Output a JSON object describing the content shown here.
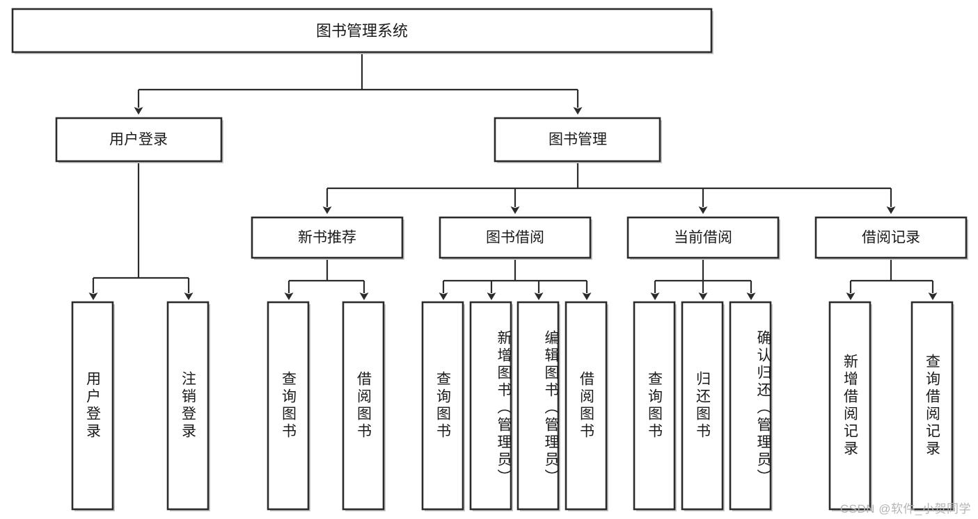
{
  "diagram": {
    "type": "tree",
    "title": "图书管理系统",
    "root": {
      "label": "图书管理系统"
    },
    "level2": [
      {
        "label": "用户登录"
      },
      {
        "label": "图书管理"
      }
    ],
    "level3": [
      {
        "label": "新书推荐"
      },
      {
        "label": "图书借阅"
      },
      {
        "label": "当前借阅"
      },
      {
        "label": "借阅记录"
      }
    ],
    "leaves": {
      "user_login": [
        {
          "label": "用户登录"
        },
        {
          "label": "注销登录"
        }
      ],
      "new_book_recommend": [
        {
          "label": "查询图书"
        },
        {
          "label": "借阅图书"
        }
      ],
      "book_borrow": [
        {
          "label": "查询图书"
        },
        {
          "label": "新增图书（管理员）"
        },
        {
          "label": "编辑图书（管理员）"
        },
        {
          "label": "借阅图书"
        }
      ],
      "current_borrow": [
        {
          "label": "查询图书"
        },
        {
          "label": "归还图书"
        },
        {
          "label": "确认归还（管理员）"
        }
      ],
      "borrow_record": [
        {
          "label": "新增借阅记录"
        },
        {
          "label": "查询借阅记录"
        }
      ]
    }
  },
  "watermark": {
    "text": "CSDN @软件_小贺同学"
  },
  "colors": {
    "stroke": "#2b2b2b",
    "box_fill": "#ffffff",
    "shadow": "#c9c9c9",
    "text": "#1a1a1a",
    "watermark": "#b4b4b4",
    "background": "#ffffff"
  }
}
